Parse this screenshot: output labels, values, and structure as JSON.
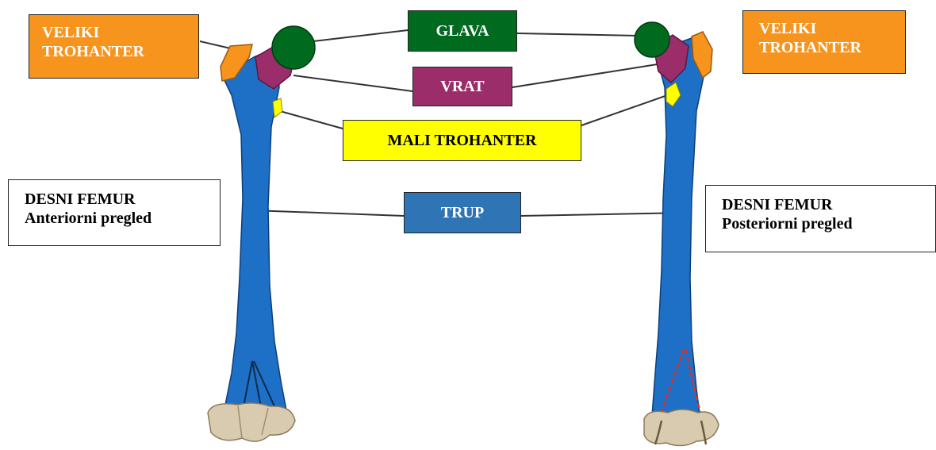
{
  "labels": {
    "veliki_trohanter_left": [
      "VELIKI",
      "TROHANTER"
    ],
    "veliki_trohanter_right": [
      "VELIKI",
      "TROHANTER"
    ],
    "glava": "GLAVA",
    "vrat": "VRAT",
    "mali_trohanter": "MALI TROHANTER",
    "trup": "TRUP",
    "anterior_caption": [
      "DESNI FEMUR",
      "Anteriorni pregled"
    ],
    "posterior_caption": [
      "DESNI FEMUR",
      "Posteriorni pregled"
    ]
  },
  "colors": {
    "veliki_trohanter": "#f7941d",
    "glava": "#006a1f",
    "vrat": "#9b2d6b",
    "mali_trohanter": "#ffff00",
    "trup": "#2f74b5",
    "bone_shaft": "#1e6fc6",
    "condyles": "#d8cbb0",
    "leader_line": "#333333"
  }
}
